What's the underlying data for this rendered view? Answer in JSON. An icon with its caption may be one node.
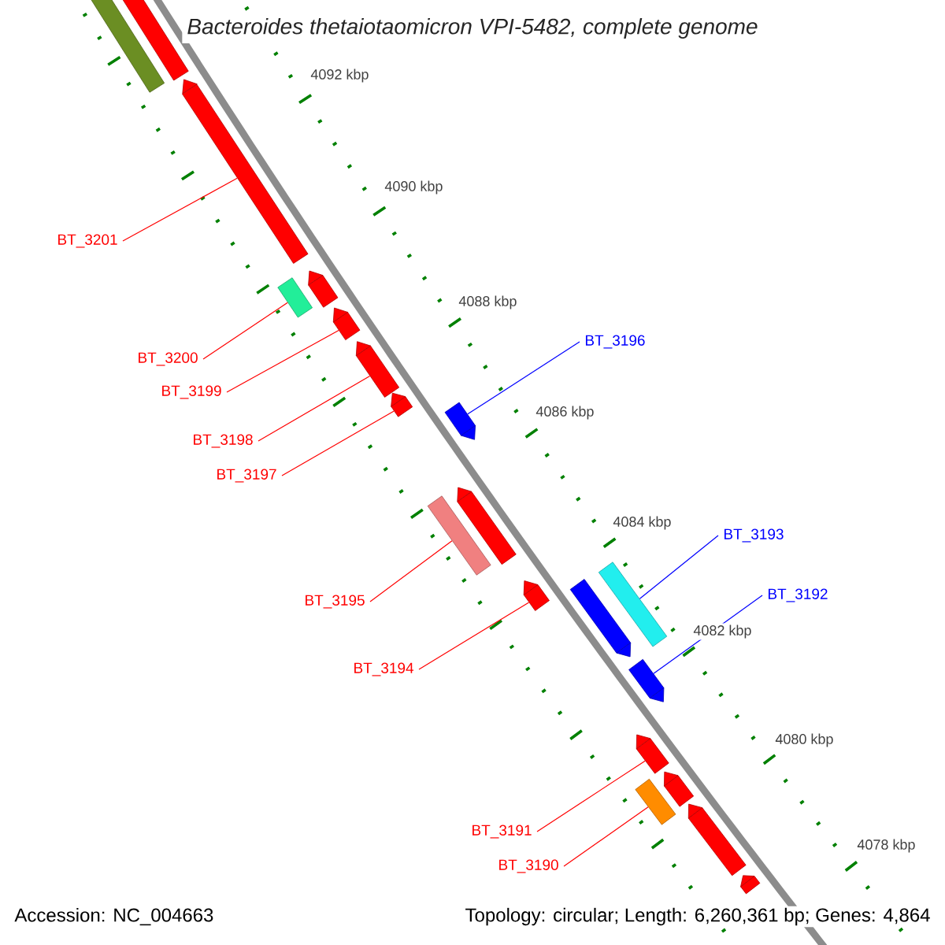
{
  "diagram": {
    "title": "Bacteroides thetaiotaomicron VPI-5482, complete genome",
    "nodes": [
      {
        "text": [],
        "shape": "bar"
      },
      {
        "text": [],
        "shape": "arrow"
      },
      {
        "text": [],
        "shape": "arrow"
      },
      {
        "text": [],
        "shape": "bar"
      },
      {
        "text": [],
        "shape": "arrow"
      },
      {
        "text": [],
        "shape": "arrow"
      },
      {
        "text": [],
        "shape": "arrow"
      },
      {
        "text": [],
        "shape": "arrow"
      },
      {
        "text": [],
        "shape": "arrow"
      },
      {
        "text": [],
        "shape": "arrow"
      },
      {
        "text": [],
        "shape": "bar"
      },
      {
        "text": [],
        "shape": "arrow"
      },
      {
        "text": [],
        "shape": "bar"
      },
      {
        "text": [],
        "shape": "arrow"
      },
      {
        "text": [],
        "shape": "arrow"
      },
      {
        "text": [],
        "shape": "arrow"
      },
      {
        "text": [],
        "shape": "bar"
      },
      {
        "text": [],
        "shape": "arrow"
      },
      {
        "text": [],
        "shape": "arrow"
      },
      {
        "text": [],
        "shape": "arrow"
      },
      {
        "text": [
          "BT_3201"
        ]
      },
      {
        "text": [
          "BT_3200"
        ]
      },
      {
        "text": [
          "BT_3199"
        ]
      },
      {
        "text": [
          "BT_3198"
        ]
      },
      {
        "text": [
          "BT_3197"
        ]
      },
      {
        "text": [
          "BT_3196"
        ]
      },
      {
        "text": [
          "BT_3195"
        ]
      },
      {
        "text": [
          "BT_3194"
        ]
      },
      {
        "text": [
          "BT_3193"
        ]
      },
      {
        "text": [
          "BT_3192"
        ]
      },
      {
        "text": [
          "BT_3191"
        ]
      },
      {
        "text": [
          "BT_3190"
        ]
      }
    ],
    "edges": [
      {
        "from": 20,
        "to": 2,
        "arrow": "none"
      },
      {
        "from": 21,
        "to": 3,
        "arrow": "none"
      },
      {
        "from": 22,
        "to": 5,
        "arrow": "none"
      },
      {
        "from": 23,
        "to": 6,
        "arrow": "none"
      },
      {
        "from": 24,
        "to": 7,
        "arrow": "none"
      },
      {
        "from": 25,
        "to": 8,
        "arrow": "none",
        "color": "#0000ff"
      },
      {
        "from": 26,
        "to": 10,
        "arrow": "none"
      },
      {
        "from": 27,
        "to": 11,
        "arrow": "none"
      },
      {
        "from": 28,
        "to": 12,
        "arrow": "none",
        "color": "#0000ff"
      },
      {
        "from": 29,
        "to": 14,
        "arrow": "none",
        "color": "#0000ff"
      },
      {
        "from": 30,
        "to": 15,
        "arrow": "none"
      },
      {
        "from": 31,
        "to": 16,
        "arrow": "none"
      }
    ],
    "labels": [
      "4092 kbp",
      "4090 kbp",
      "4088 kbp",
      "4086 kbp",
      "4084 kbp",
      "4082 kbp",
      "4080 kbp",
      "4078 kbp",
      "Accession: NC_004663",
      "Topology: circular; Length: 6,260,361 bp; Genes: 4,864"
    ]
  }
}
